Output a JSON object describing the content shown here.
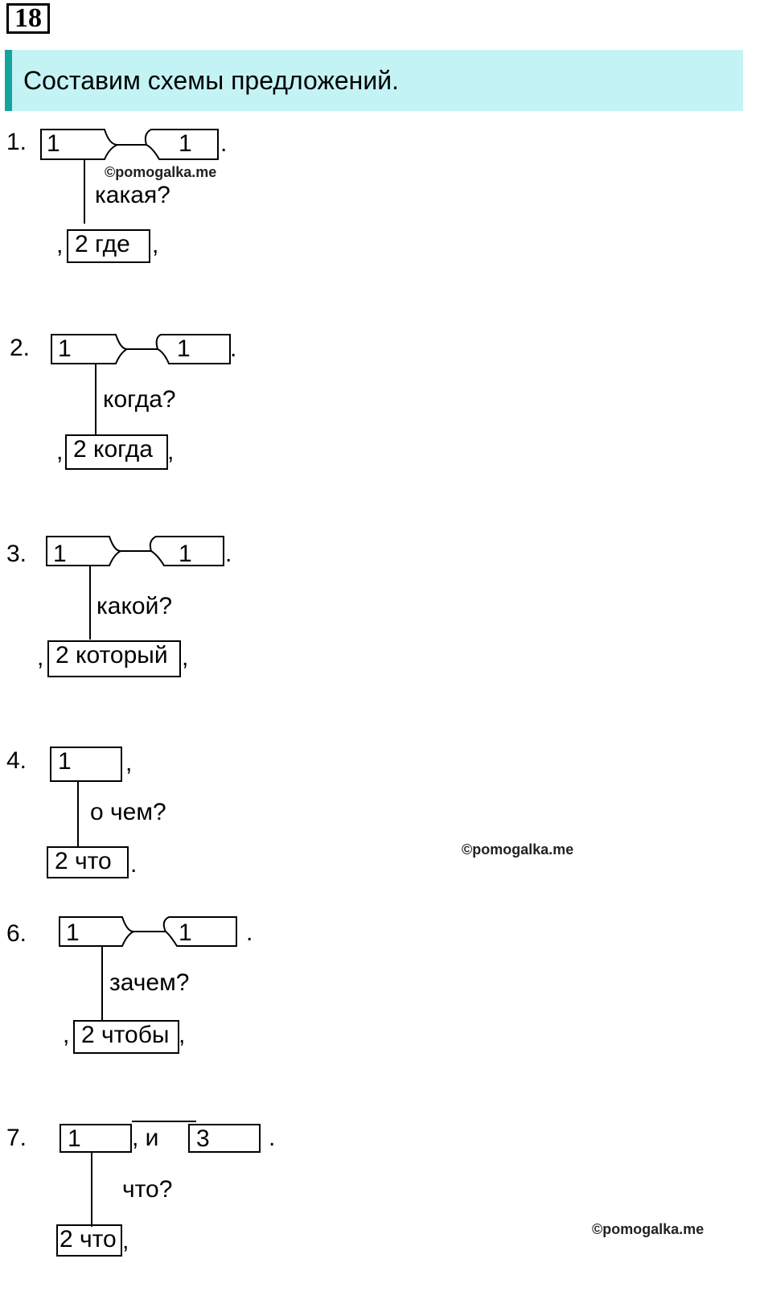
{
  "task": {
    "number": "18",
    "instruction": "Составим схемы предложений."
  },
  "watermark": "©pomogalka.me",
  "schemes": [
    {
      "label": "1.",
      "left_box": "1",
      "right_box": "1",
      "end_mark": ".",
      "question": "какая?",
      "sub_box": "2 где",
      "comma_before": ",",
      "comma_after": ","
    },
    {
      "label": "2.",
      "left_box": "1",
      "right_box": "1",
      "end_mark": ".",
      "question": "когда?",
      "sub_box": "2 когда",
      "comma_before": ",",
      "comma_after": ","
    },
    {
      "label": "3.",
      "left_box": "1",
      "right_box": "1",
      "end_mark": ".",
      "question": "какой?",
      "sub_box": "2 который",
      "comma_before": ",",
      "comma_after": ","
    },
    {
      "label": "4.",
      "main_box": "1",
      "main_mark": ",",
      "question": "о чем?",
      "sub_box": "2 что",
      "end_mark": "."
    },
    {
      "label": "6.",
      "left_box": "1",
      "right_box": "1",
      "end_mark": ".",
      "question": "зачем?",
      "sub_box": "2 чтобы",
      "comma_before": ",",
      "comma_after": ","
    },
    {
      "label": "7.",
      "left_box": "1",
      "conj": ", и",
      "right_box": "3",
      "end_mark": ".",
      "question": "что?",
      "sub_box": "2 что",
      "comma_after": ","
    }
  ]
}
